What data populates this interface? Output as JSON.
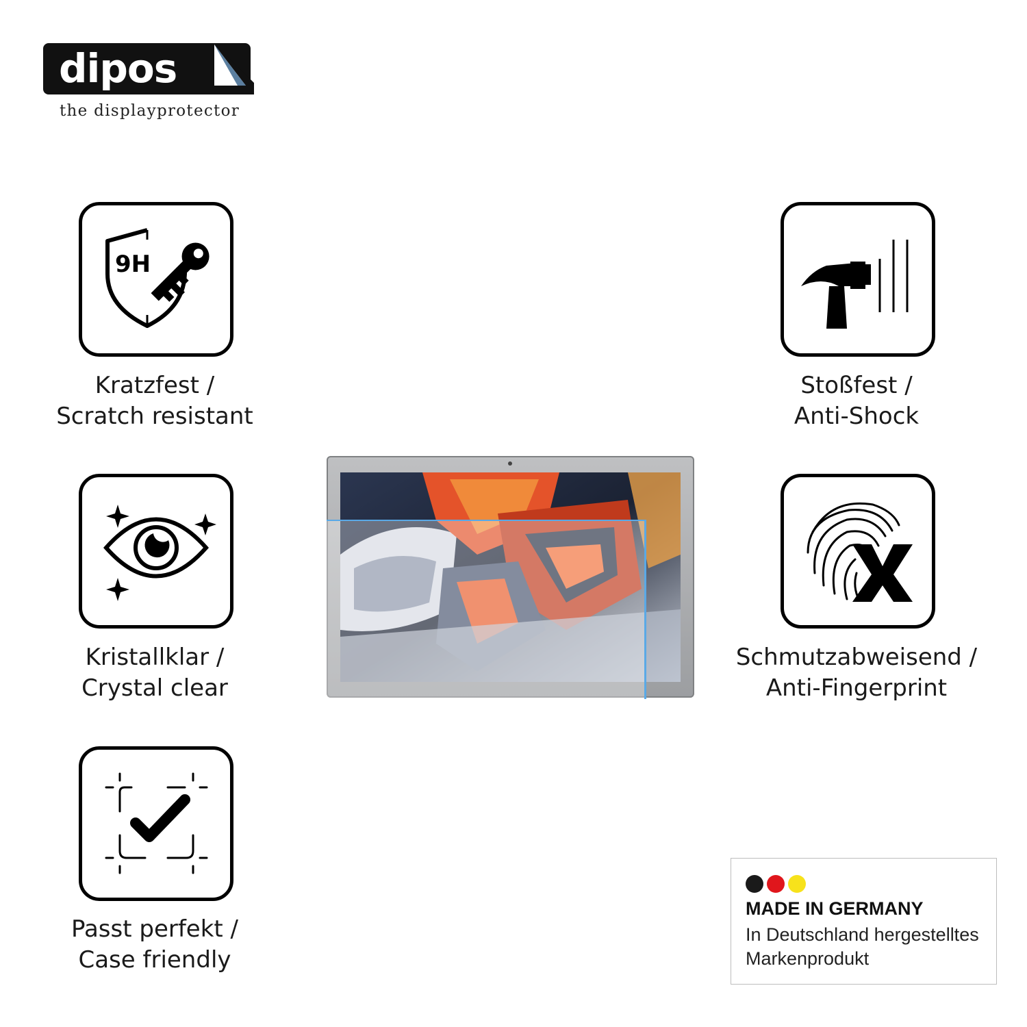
{
  "brand": {
    "name": "dipos",
    "tagline": "the displayprotector"
  },
  "features": {
    "scratch": {
      "icon": "shield-9h-key-icon",
      "icon_text": "9H",
      "line1": "Kratzfest /",
      "line2": "Scratch resistant"
    },
    "shock": {
      "icon": "hammer-icon",
      "line1": "Stoßfest /",
      "line2": "Anti-Shock"
    },
    "clear": {
      "icon": "eye-sparkle-icon",
      "line1": "Kristallklar /",
      "line2": "Crystal clear"
    },
    "fingerprint": {
      "icon": "fingerprint-x-icon",
      "line1": "Schmutzabweisend /",
      "line2": "Anti-Fingerprint"
    },
    "fit": {
      "icon": "checkmark-frame-icon",
      "line1": "Passt perfekt /",
      "line2": "Case friendly"
    }
  },
  "badge": {
    "flag_colors": [
      "#1a1a1a",
      "#e0161c",
      "#f7e21b"
    ],
    "title": "MADE IN GERMANY",
    "line1": "In Deutschland hergestelltes",
    "line2": "Markenprodukt"
  },
  "colors": {
    "protector_edge": "#5aa9e6"
  }
}
